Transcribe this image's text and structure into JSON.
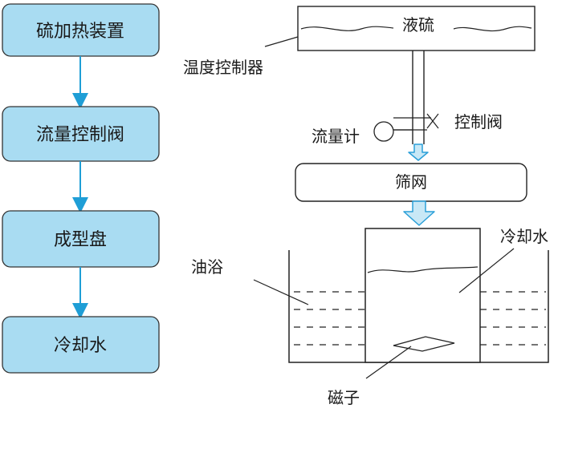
{
  "flowchart": {
    "steps": [
      {
        "label": "硫加热装置"
      },
      {
        "label": "流量控制阀"
      },
      {
        "label": "成型盘"
      },
      {
        "label": "冷却水"
      }
    ],
    "box_fill": "#a9dcf2",
    "box_stroke": "#333333",
    "arrow_color": "#1f9ed6"
  },
  "apparatus": {
    "tank_label": "液硫",
    "temperature_controller_label": "温度控制器",
    "valve_label": "控制阀",
    "flowmeter_label": "流量计",
    "sieve_label": "筛网",
    "cooling_water_label": "冷却水",
    "oil_bath_label": "油浴",
    "magnet_label": "磁子",
    "arrow_fill": "#c8e8f6",
    "arrow_stroke": "#2a9fd8"
  }
}
